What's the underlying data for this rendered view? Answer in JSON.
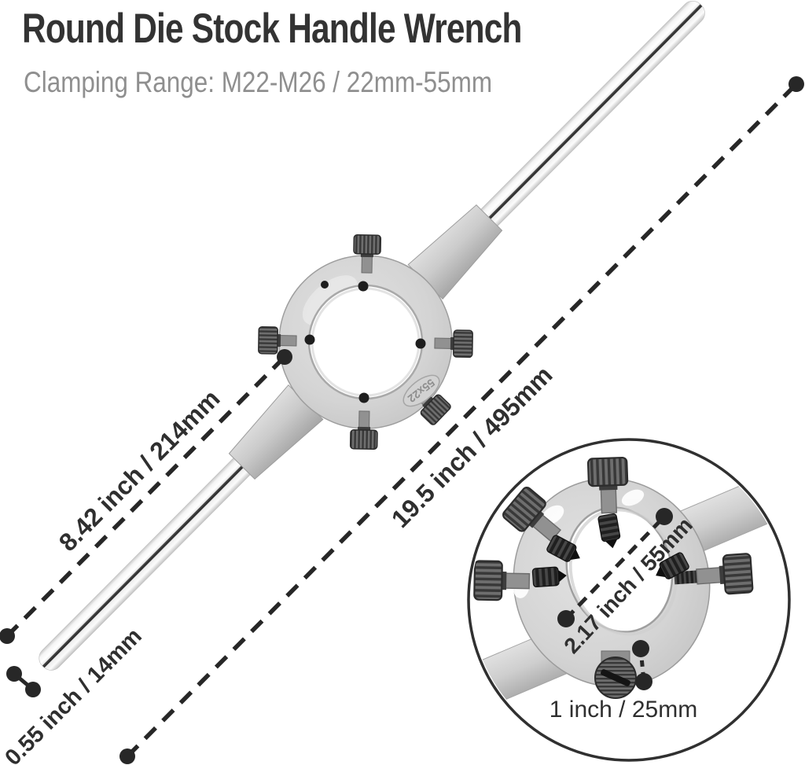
{
  "header": {
    "title": "Round Die Stock Handle Wrench",
    "subtitle": "Clamping Range: M22-M26 / 22mm-55mm"
  },
  "dimensions": {
    "handle_length": "8.42 inch / 214mm",
    "total_length": "19.5 inch / 495mm",
    "rod_diameter": "0.55 inch / 14mm",
    "bore_diameter": "2.17 inch / 55mm",
    "die_thickness": "1 inch / 25mm"
  },
  "engraving": "55x22",
  "colors": {
    "title_text": "#333333",
    "subtitle_text": "#8f8f8f",
    "dimension_text": "#2f2f2f",
    "annotation_line": "#272727",
    "metal_light": "#d8d8d8",
    "metal_shadow": "#b3b3b3",
    "screw_dark": "#3a3a3a",
    "background": "#ffffff"
  }
}
